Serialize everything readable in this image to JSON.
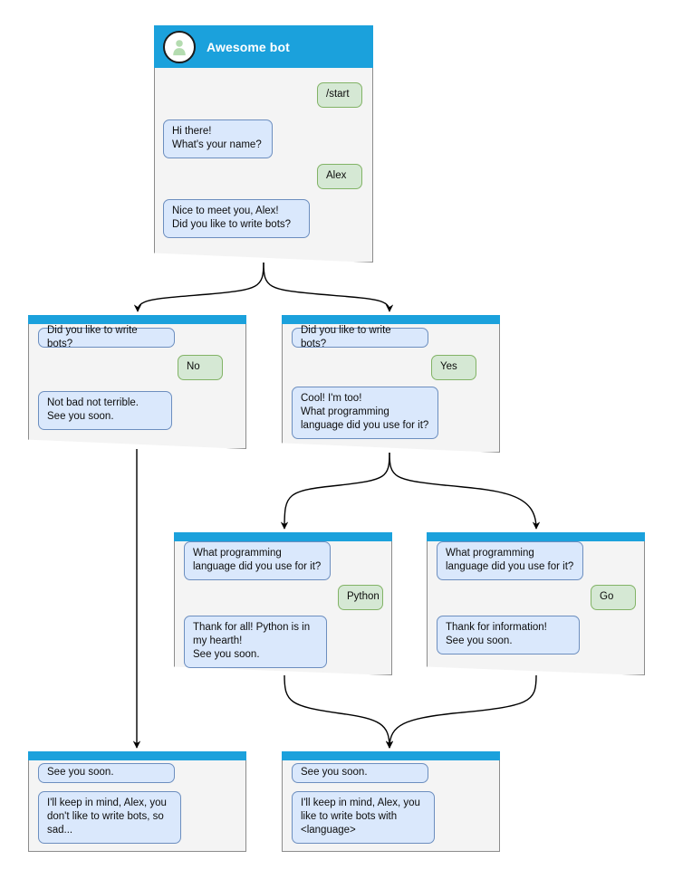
{
  "diagram": {
    "title": "Telegram bot conversation flow",
    "colors": {
      "header_blue": "#1ba1dc",
      "card_body": "#f4f4f4",
      "card_border": "#8c8c8c",
      "bot_bubble_fill": "#dae8fc",
      "bot_bubble_border": "#6c8ebf",
      "user_bubble_fill": "#d5e8d4",
      "user_bubble_border": "#82b366",
      "edge": "#000000"
    }
  },
  "nodes": [
    {
      "id": "root",
      "header_type": "title",
      "title": "Awesome bot",
      "avatar_icon": "user-avatar-icon",
      "messages": [
        {
          "role": "user",
          "text": "/start"
        },
        {
          "role": "bot",
          "text": "Hi there!\nWhat's your name?"
        },
        {
          "role": "user",
          "text": "Alex"
        },
        {
          "role": "bot",
          "text": "Nice to meet you, Alex!\nDid you like to write bots?"
        }
      ]
    },
    {
      "id": "no-branch",
      "header_type": "bar",
      "messages": [
        {
          "role": "bot",
          "text": "Did you like to write bots?"
        },
        {
          "role": "user",
          "text": "No"
        },
        {
          "role": "bot",
          "text": "Not bad not terrible.\nSee you soon."
        }
      ]
    },
    {
      "id": "yes-branch",
      "header_type": "bar",
      "messages": [
        {
          "role": "bot",
          "text": "Did you like to write bots?"
        },
        {
          "role": "user",
          "text": "Yes"
        },
        {
          "role": "bot",
          "text": "Cool! I'm too!\nWhat programming\nlanguage did you use for it?"
        }
      ]
    },
    {
      "id": "python-branch",
      "header_type": "bar",
      "messages": [
        {
          "role": "bot",
          "text": "What programming\nlanguage did you use for it?"
        },
        {
          "role": "user",
          "text": "Python"
        },
        {
          "role": "bot",
          "text": "Thank for all! Python is in\nmy hearth!\nSee you soon."
        }
      ]
    },
    {
      "id": "go-branch",
      "header_type": "bar",
      "messages": [
        {
          "role": "bot",
          "text": "What programming\nlanguage did you use for it?"
        },
        {
          "role": "user",
          "text": "Go"
        },
        {
          "role": "bot",
          "text": "Thank for information!\nSee you soon."
        }
      ]
    },
    {
      "id": "end-sad",
      "header_type": "bar",
      "messages": [
        {
          "role": "bot",
          "text": "See you soon."
        },
        {
          "role": "bot",
          "text": "I'll keep in mind, Alex, you\ndon't like to write bots, so\nsad..."
        }
      ]
    },
    {
      "id": "end-happy",
      "header_type": "bar",
      "messages": [
        {
          "role": "bot",
          "text": "See you soon."
        },
        {
          "role": "bot",
          "text": "I'll keep in mind, Alex, you\nlike to write bots with\n<language>"
        }
      ]
    }
  ]
}
